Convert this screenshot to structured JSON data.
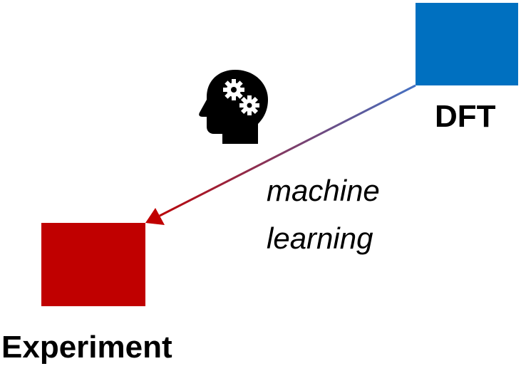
{
  "nodes": {
    "source": {
      "label": "DFT",
      "color": "#0070c0"
    },
    "target": {
      "label": "Experiment",
      "color": "#c00000"
    }
  },
  "edge": {
    "label_line_1": "machine",
    "label_line_2": "learning",
    "gradient_start": "#4472c4",
    "gradient_end": "#c00000"
  },
  "icons": {
    "head": "head-with-gears-icon"
  }
}
